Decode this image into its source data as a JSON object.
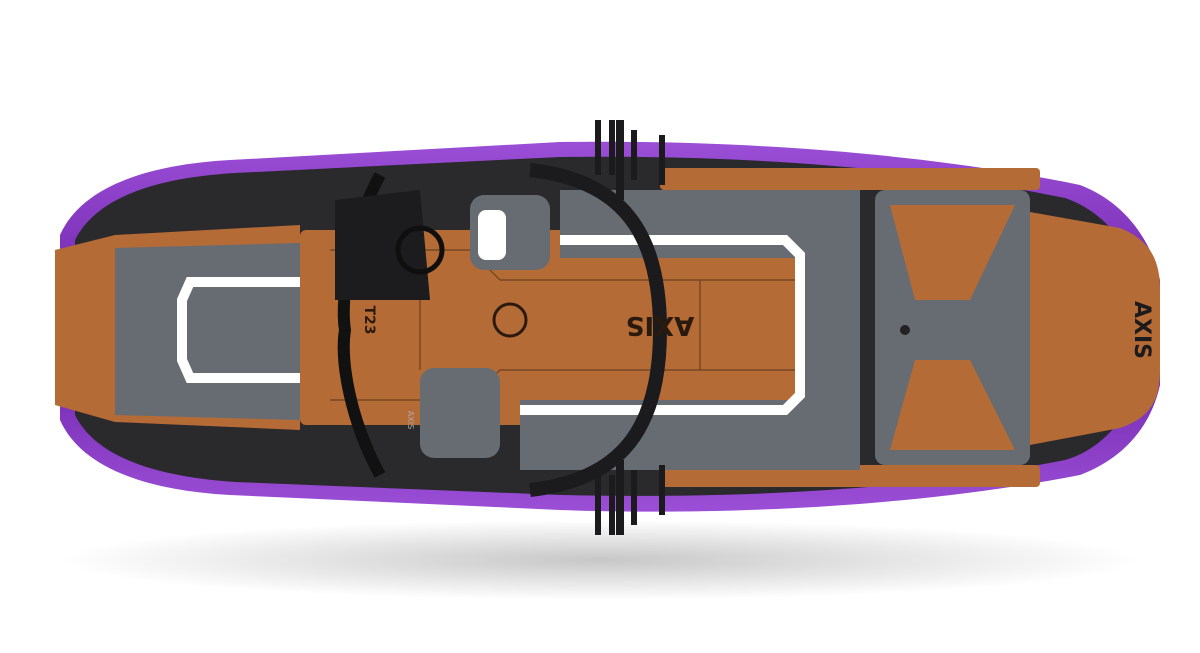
{
  "image": {
    "subject": "top-down render of a wake boat",
    "hull_color": "#6a1fa8",
    "hull_highlight": "#9b4fd6",
    "deck_mat_color": "#b56b35",
    "seat_color": "#676c73",
    "seat_accent_color": "#ffffff",
    "tower_color": "#1b1b1d"
  },
  "logos": {
    "stern_deck": "AXIS",
    "floor_mat": "AXIS",
    "helm": "AXIS",
    "model_mark": "T23"
  }
}
